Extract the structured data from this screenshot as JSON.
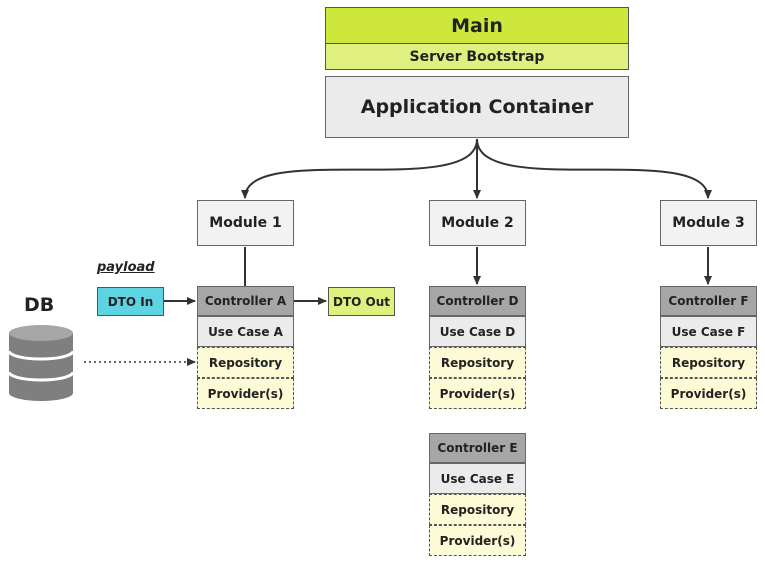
{
  "main": {
    "title": "Main",
    "subtitle": "Server Bootstrap"
  },
  "container": {
    "label": "Application Container"
  },
  "modules": [
    {
      "label": "Module 1"
    },
    {
      "label": "Module 2"
    },
    {
      "label": "Module 3"
    }
  ],
  "stacks": {
    "a": {
      "controller": "Controller A",
      "use_case": "Use Case A",
      "repository": "Repository",
      "providers": "Provider(s)"
    },
    "d": {
      "controller": "Controller D",
      "use_case": "Use Case D",
      "repository": "Repository",
      "providers": "Provider(s)"
    },
    "e": {
      "controller": "Controller E",
      "use_case": "Use Case E",
      "repository": "Repository",
      "providers": "Provider(s)"
    },
    "f": {
      "controller": "Controller F",
      "use_case": "Use Case F",
      "repository": "Repository",
      "providers": "Provider(s)"
    }
  },
  "dto_in": "DTO In",
  "dto_out": "DTO Out",
  "payload": "payload",
  "db": {
    "label": "DB"
  },
  "colors": {
    "main_green": "#cde73c",
    "light_green": "#dff07f",
    "controller_gray": "#a6a6a6",
    "container_gray": "#ebebeb",
    "dashed_yellow": "#fdfbd6",
    "dto_cyan": "#5ed4e3"
  }
}
